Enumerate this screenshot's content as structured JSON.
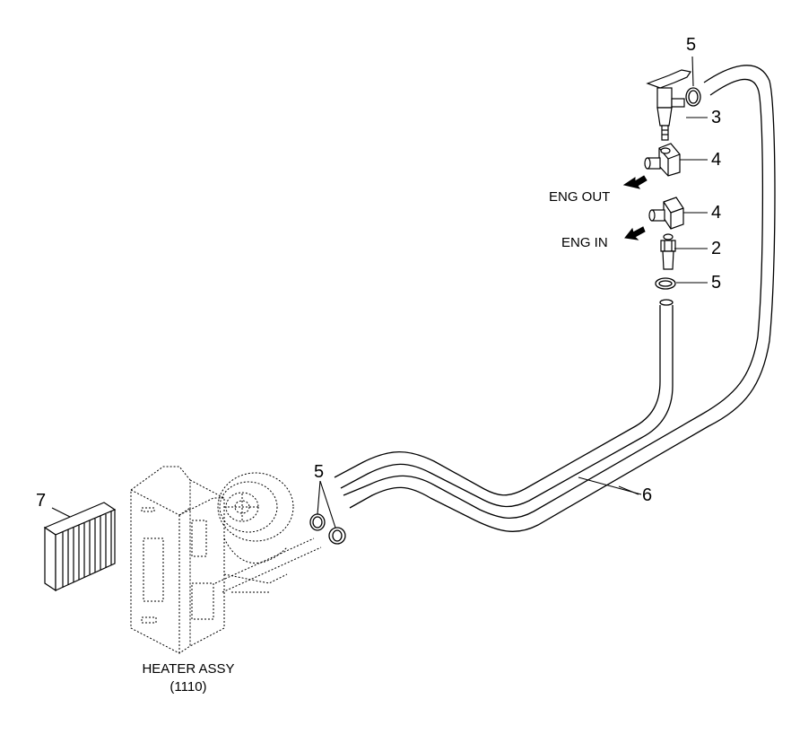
{
  "diagram": {
    "callouts": {
      "top_clamp": "5",
      "valve": "3",
      "tee_upper": "4",
      "tee_lower": "4",
      "nipple": "2",
      "lower_clamp": "5",
      "hoses": "6",
      "heater_clamps": "5",
      "filter": "7"
    },
    "labels": {
      "eng_out": "ENG OUT",
      "eng_in": "ENG IN",
      "heater_line1": "HEATER ASSY",
      "heater_line2": "(1110)"
    },
    "colors": {
      "line": "#000000",
      "background": "#ffffff"
    }
  }
}
